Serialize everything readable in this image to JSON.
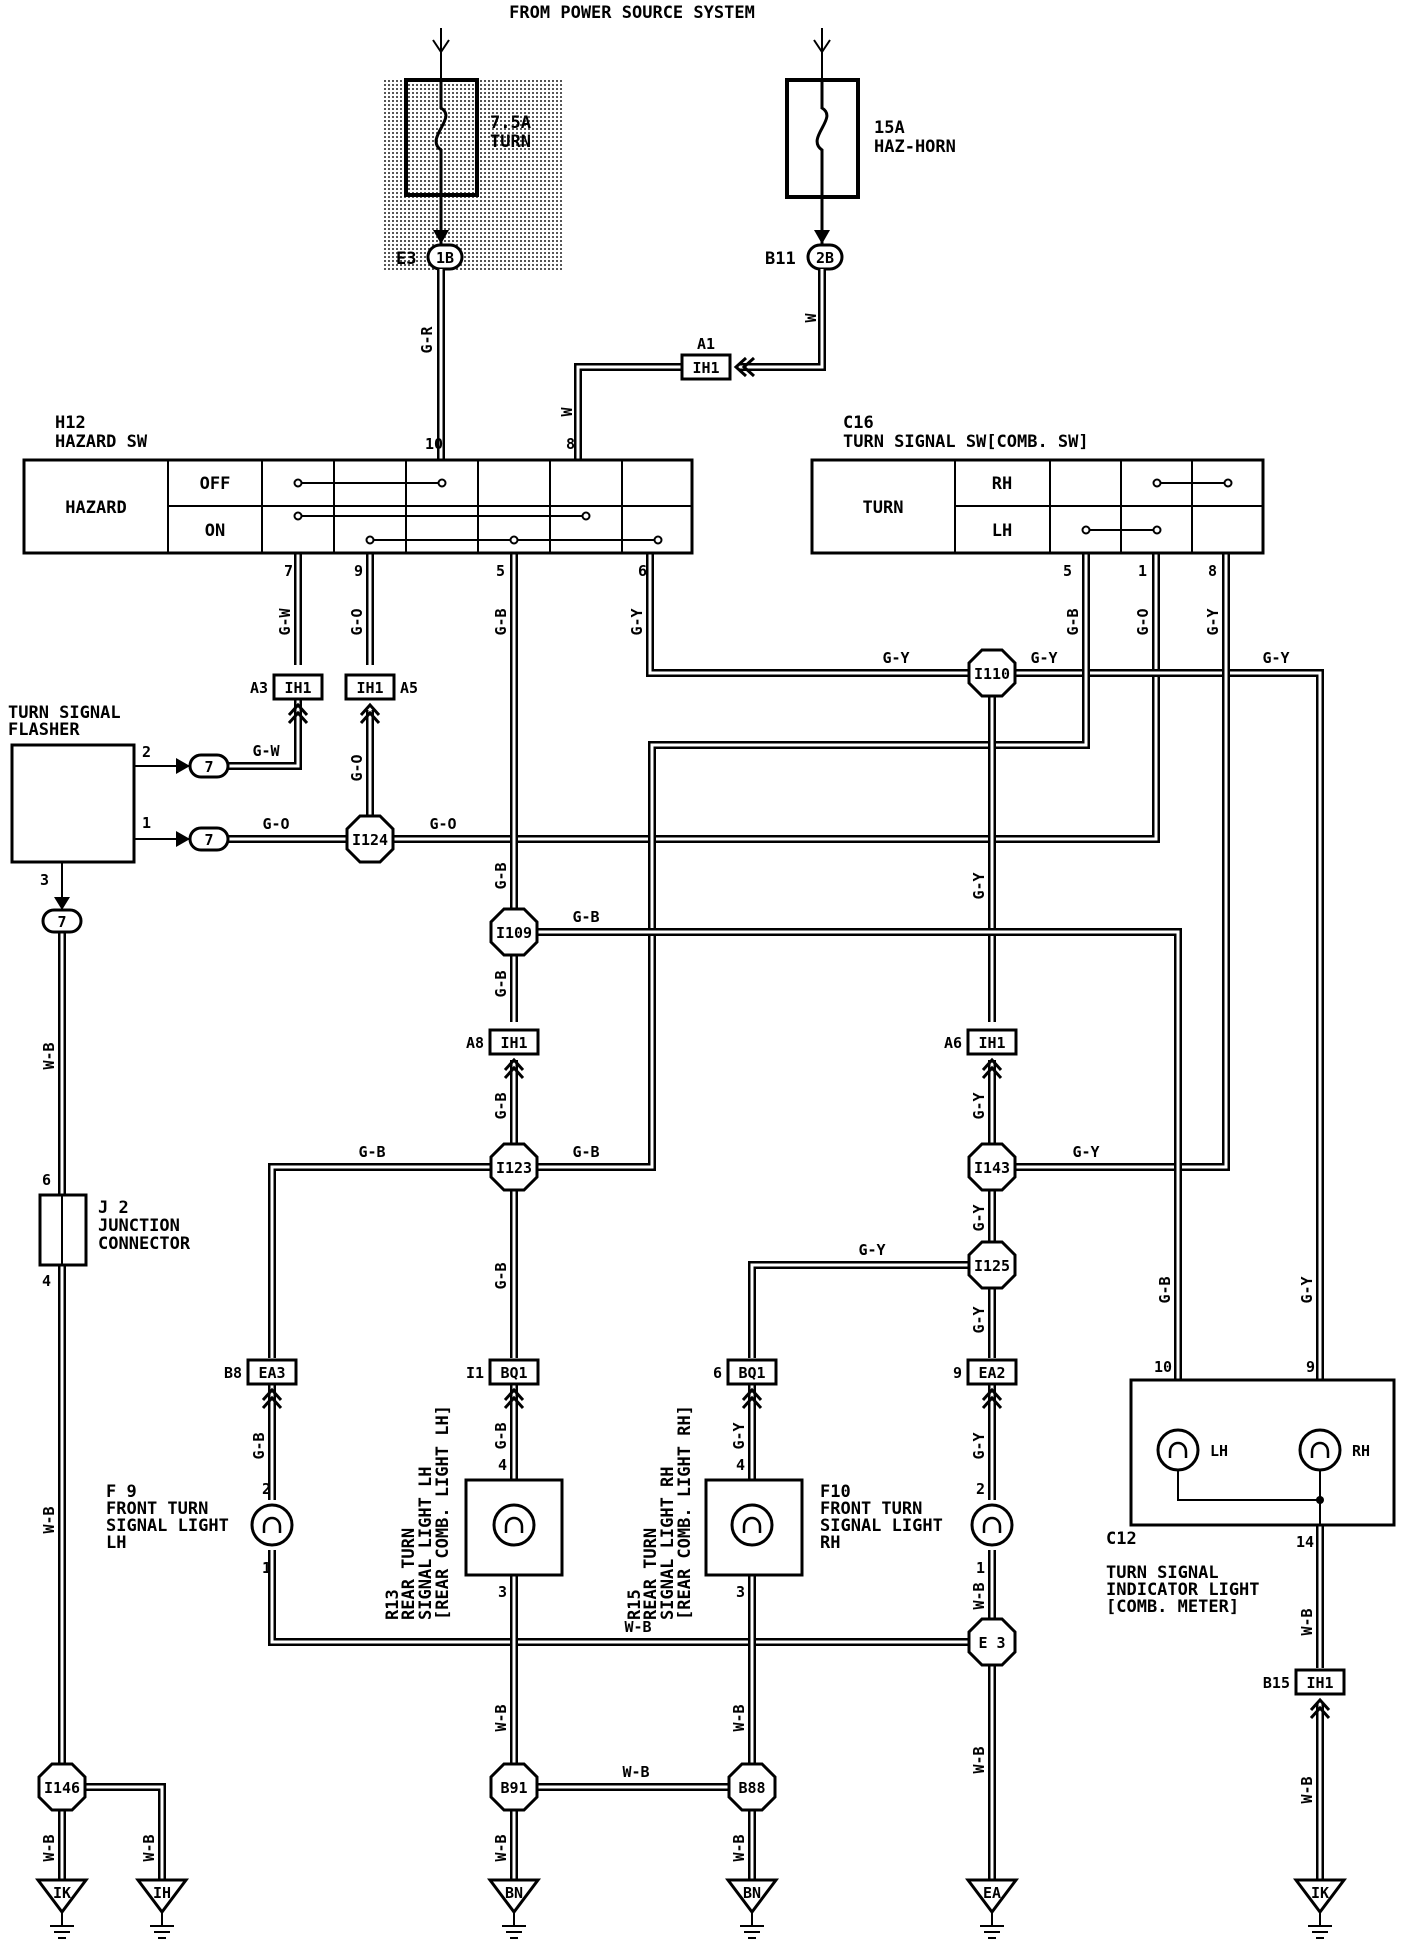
{
  "title": "FROM POWER SOURCE SYSTEM",
  "fuses": [
    {
      "rating": "7.5A",
      "name": "TURN",
      "connector": "E3",
      "pin": "1B"
    },
    {
      "rating": "15A",
      "name": "HAZ-HORN",
      "connector": "B11",
      "pin": "2B"
    }
  ],
  "hazard_sw": {
    "id": "H12",
    "name": "HAZARD SW",
    "label": "HAZARD",
    "positions": [
      "OFF",
      "ON"
    ],
    "pins": [
      "10",
      "8",
      "7",
      "9",
      "5",
      "6"
    ]
  },
  "turn_sw": {
    "id": "C16",
    "name": "TURN SIGNAL SW[COMB. SW]",
    "label": "TURN",
    "positions": [
      "RH",
      "LH"
    ],
    "pins": [
      "5",
      "1",
      "8"
    ]
  },
  "flasher": {
    "line1": "TURN SIGNAL",
    "line2": "FLASHER",
    "pins": [
      "2",
      "1",
      "3"
    ],
    "conn": "7"
  },
  "junction": {
    "id": "J 2",
    "line1": "JUNCTION",
    "line2": "CONNECTOR",
    "pins": [
      "6",
      "4"
    ]
  },
  "inline_connectors": {
    "a1": {
      "id": "A1",
      "code": "IH1"
    },
    "a3": {
      "id": "A3",
      "code": "IH1"
    },
    "a5": {
      "id": "A5",
      "code": "IH1"
    },
    "a8": {
      "id": "A8",
      "code": "IH1"
    },
    "a6": {
      "id": "A6",
      "code": "IH1"
    },
    "b8": {
      "id": "B8",
      "code": "EA3"
    },
    "i1": {
      "id": "I1",
      "code": "BQ1"
    },
    "p6": {
      "id": "6",
      "code": "BQ1"
    },
    "p9": {
      "id": "9",
      "code": "EA2"
    },
    "b15": {
      "id": "B15",
      "code": "IH1"
    }
  },
  "junctions": [
    "I110",
    "I124",
    "I109",
    "I123",
    "I143",
    "I125",
    "E 3",
    "I146",
    "B91",
    "B88"
  ],
  "wire_colors": {
    "gr": "G-R",
    "w": "W",
    "gw": "G-W",
    "go": "G-O",
    "gb": "G-B",
    "gy": "G-Y",
    "wb": "W-B"
  },
  "lights": {
    "f9": {
      "id": "F 9",
      "lines": [
        "FRONT TURN",
        "SIGNAL LIGHT",
        "LH"
      ],
      "pins": [
        "2",
        "1"
      ]
    },
    "r13": {
      "id": "R13",
      "lines": [
        "REAR TURN",
        "SIGNAL LIGHT LH",
        "[REAR COMB. LIGHT LH]"
      ],
      "pins": [
        "4",
        "3"
      ]
    },
    "r15": {
      "id": "R15",
      "lines": [
        "REAR TURN",
        "SIGNAL LIGHT RH",
        "[REAR COMB. LIGHT RH]"
      ],
      "pins": [
        "4",
        "3"
      ]
    },
    "f10": {
      "id": "F10",
      "lines": [
        "FRONT TURN",
        "SIGNAL LIGHT",
        "RH"
      ],
      "pins": [
        "2",
        "1"
      ]
    }
  },
  "indicator": {
    "id": "C12",
    "lines": [
      "TURN SIGNAL",
      "INDICATOR LIGHT",
      "[COMB. METER]"
    ],
    "lamps": [
      "LH",
      "RH"
    ],
    "pins": [
      "10",
      "9",
      "14"
    ]
  },
  "grounds": [
    "IK",
    "IH",
    "BN",
    "BN",
    "EA",
    "IK"
  ]
}
